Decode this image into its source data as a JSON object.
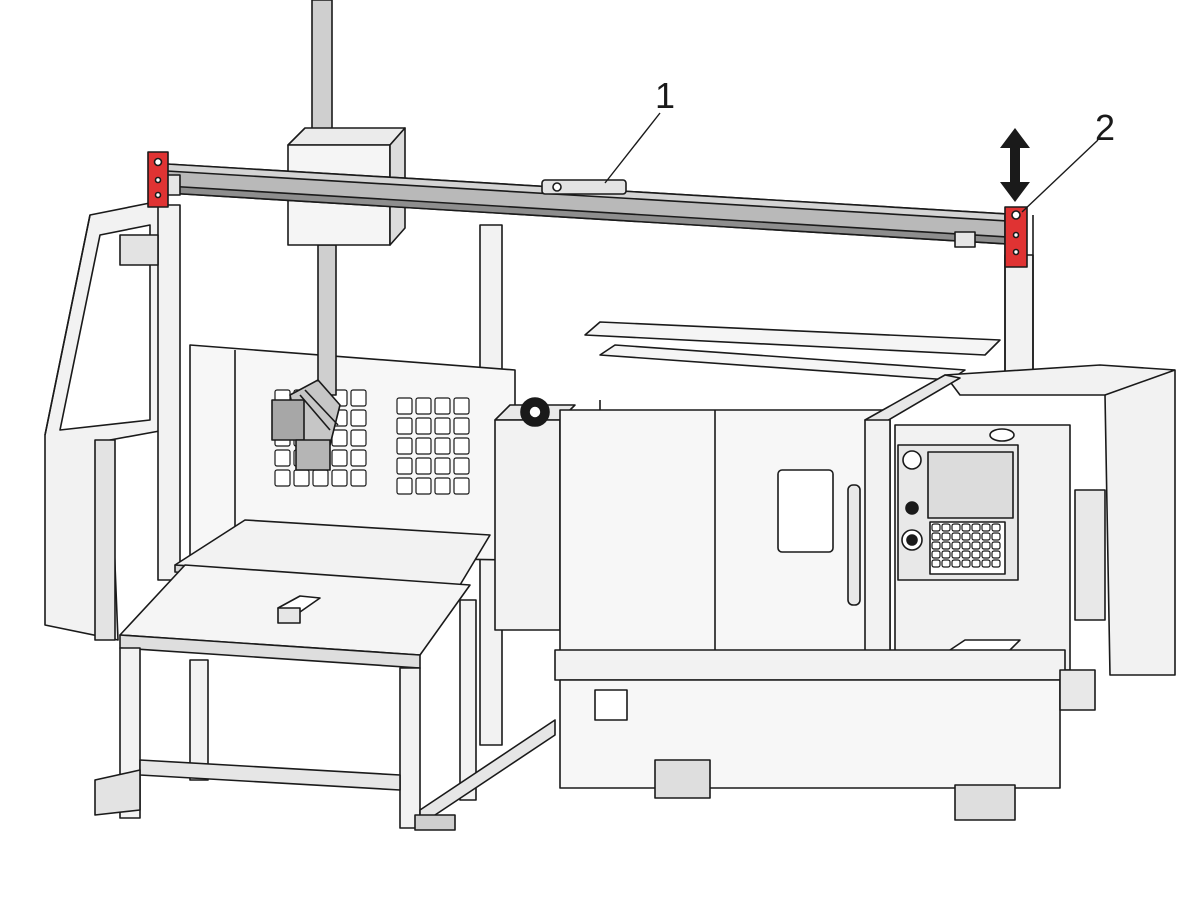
{
  "callouts": [
    {
      "id": "1",
      "label": "1"
    },
    {
      "id": "2",
      "label": "2"
    }
  ],
  "colors": {
    "line": "#1a1a1a",
    "panel": "#f2f2f2",
    "panel_shade": "#e3e3e3",
    "rail": "#b9b9b9",
    "rail_dark": "#8e8e8e",
    "highlight_red": "#e03333",
    "screen": "#dcdcdc",
    "background": "#ffffff"
  },
  "icons": {
    "adjust_arrow": "double-vertical-arrow-icon"
  }
}
